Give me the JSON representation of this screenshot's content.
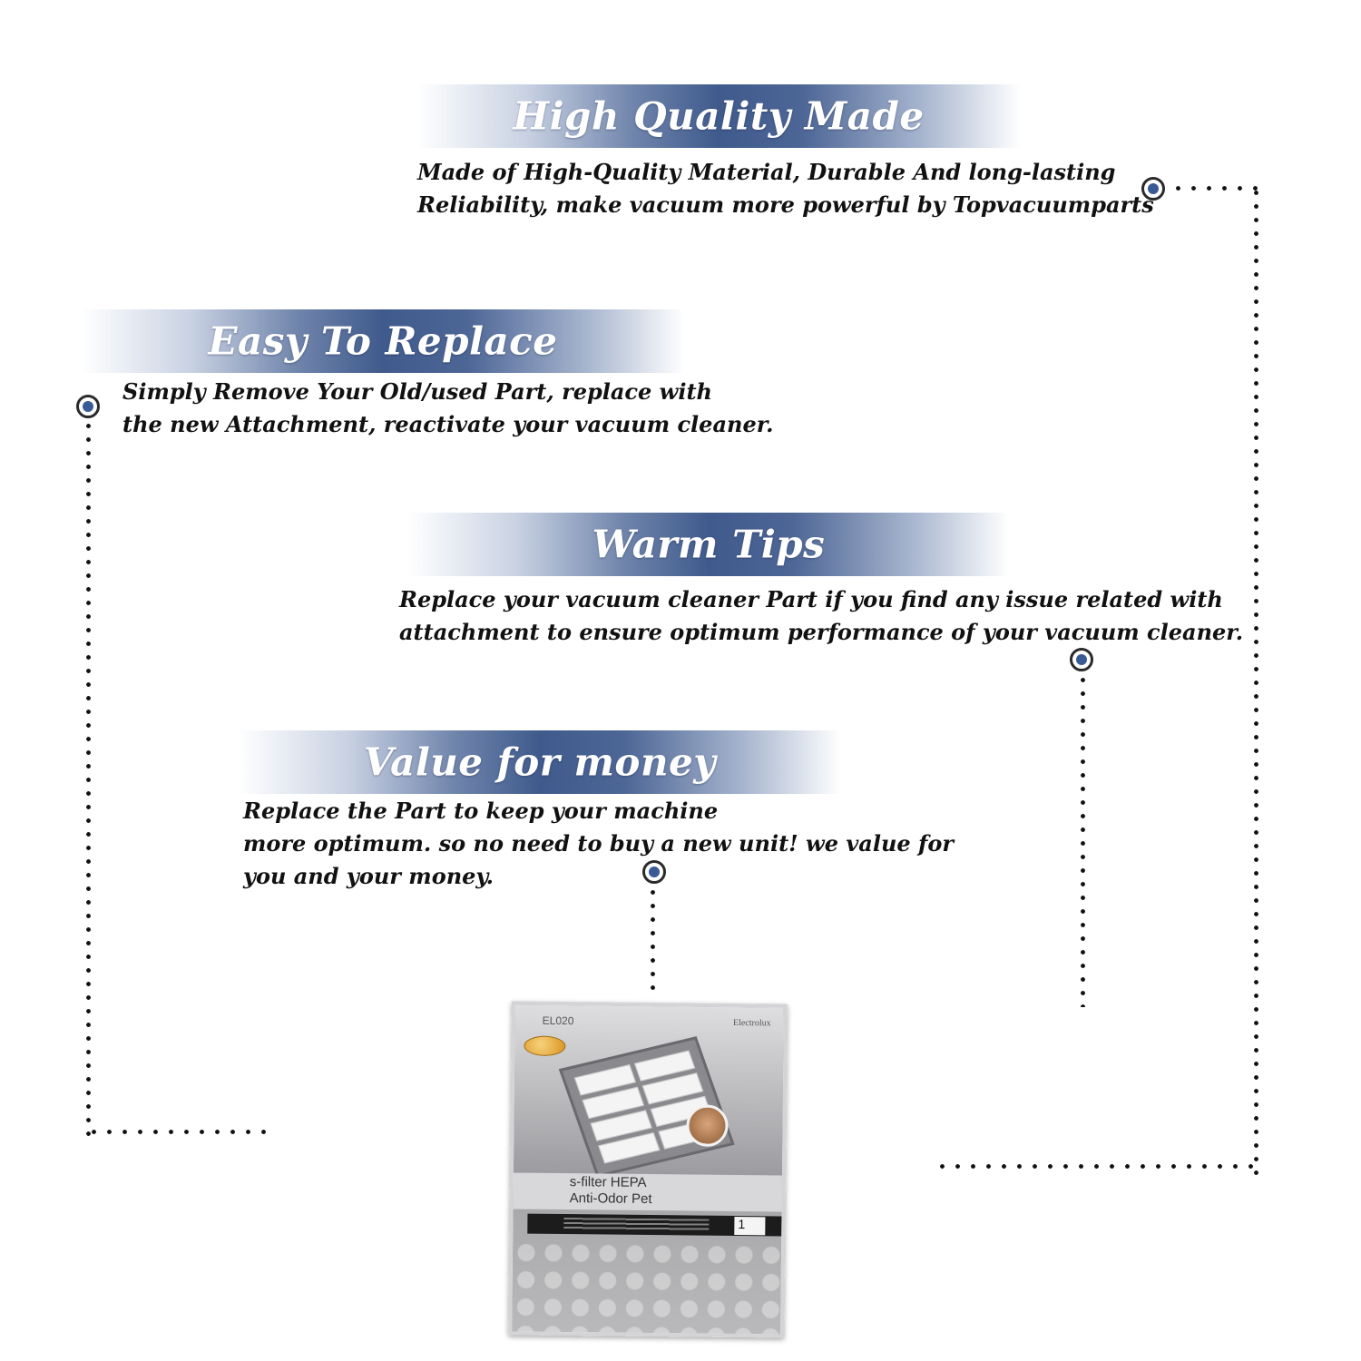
{
  "sections": [
    {
      "title": "High Quality Made",
      "text": "Made of  High-Quality Material, Durable And long-lasting\nReliability, make vacuum more powerful by Topvacuumparts"
    },
    {
      "title": "Easy To Replace",
      "text": "Simply Remove Your Old/used Part, replace with\nthe new Attachment, reactivate your vacuum cleaner."
    },
    {
      "title": "Warm Tips",
      "text": "Replace your vacuum cleaner Part if you find any issue related with\n attachment to ensure optimum performance of your vacuum cleaner."
    },
    {
      "title": "Value for money",
      "text": "Replace the Part to keep your machine\nmore optimum. so no need to buy a new unit! we value for\nyou and your money."
    }
  ],
  "product": {
    "model": "EL020",
    "brand": "Electrolux",
    "name_line1": "s-filter HEPA",
    "name_line2": "Anti-Odor Pet",
    "count": "1"
  },
  "colors": {
    "banner_blue": "#3f5a8c",
    "marker_blue": "#3a5a95",
    "text": "#111111"
  }
}
